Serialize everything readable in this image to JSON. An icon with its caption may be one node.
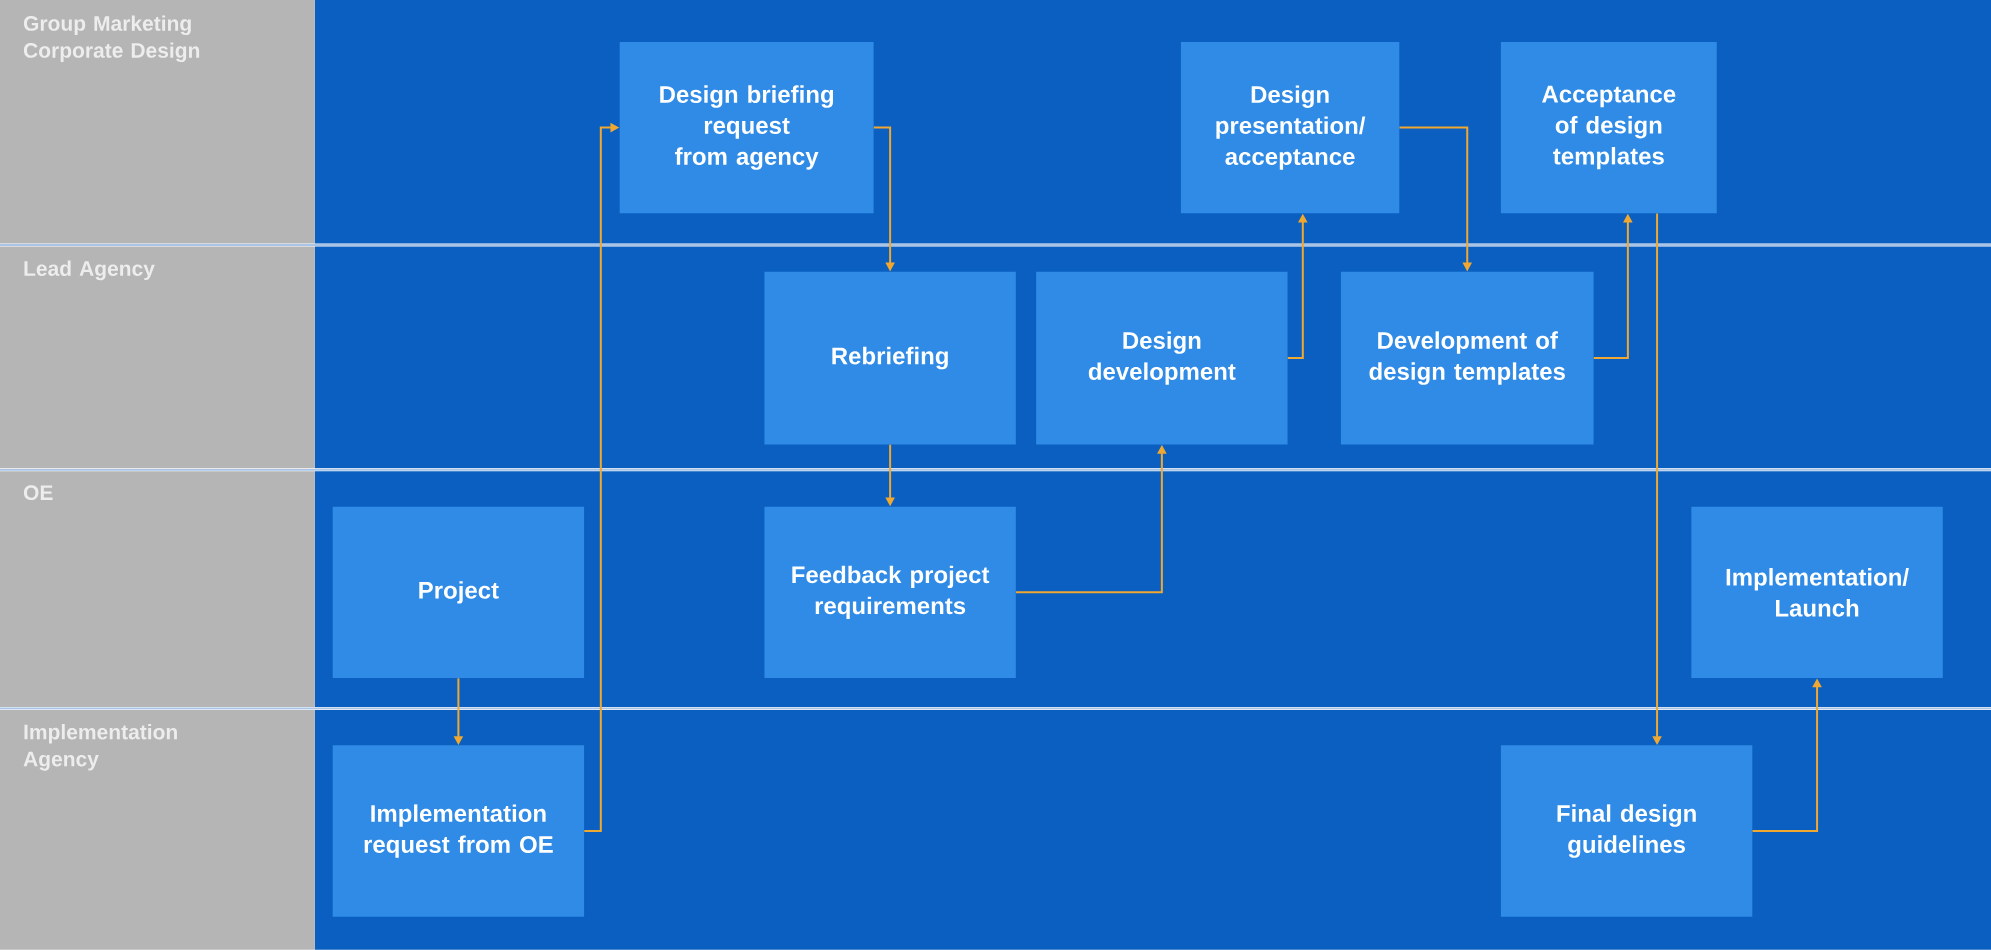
{
  "diagram": {
    "nodes": [
      {
        "text": [
          "Group Marketing Corporate Design"
        ]
      },
      {
        "text": [
          "Design briefing request from agency"
        ],
        "in": 0
      },
      {
        "text": [
          "Design presentation/ acceptance"
        ],
        "in": 0
      },
      {
        "text": [
          "Acceptance of design templates"
        ],
        "in": 0
      },
      {
        "text": [
          "Lead Agency"
        ]
      },
      {
        "text": [
          "Rebriefing"
        ],
        "in": 4
      },
      {
        "text": [
          "Design development"
        ],
        "in": 4
      },
      {
        "text": [
          "Development of design templates"
        ],
        "in": 4
      },
      {
        "text": [
          "OE"
        ]
      },
      {
        "text": [
          "Project"
        ],
        "in": 8
      },
      {
        "text": [
          "Feedback project requirements"
        ],
        "in": 8
      },
      {
        "text": [
          "Implementation/ Launch"
        ],
        "in": 8
      },
      {
        "text": [
          "Implementation Agency"
        ]
      },
      {
        "text": [
          "Implementation request from OE"
        ],
        "in": 12
      },
      {
        "text": [
          "Final design guidelines"
        ],
        "in": 12
      }
    ],
    "edges": [
      {
        "from": 9,
        "to": 13,
        "arrow": "to"
      },
      {
        "from": 13,
        "to": 1,
        "arrow": "to"
      },
      {
        "from": 1,
        "to": 5,
        "arrow": "to"
      },
      {
        "from": 5,
        "to": 10,
        "arrow": "to"
      },
      {
        "from": 10,
        "to": 6,
        "arrow": "to"
      },
      {
        "from": 6,
        "to": 2,
        "arrow": "to"
      },
      {
        "from": 2,
        "to": 7,
        "arrow": "to"
      },
      {
        "from": 7,
        "to": 3,
        "arrow": "to"
      },
      {
        "from": 3,
        "to": 14,
        "arrow": "to"
      },
      {
        "from": 14,
        "to": 11,
        "arrow": "to"
      }
    ]
  }
}
